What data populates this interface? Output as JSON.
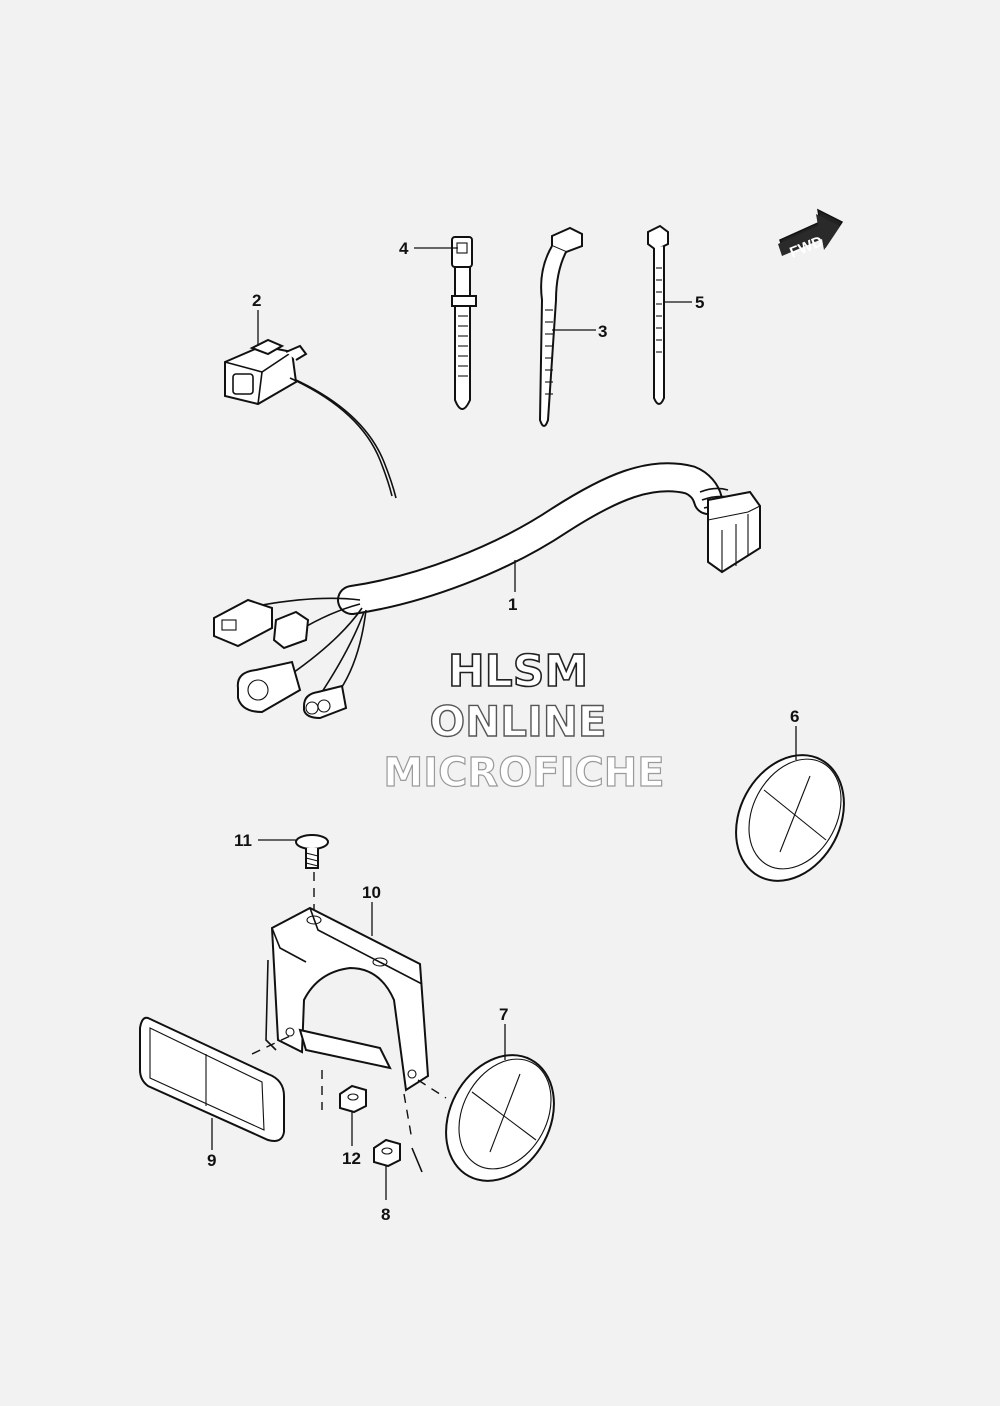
{
  "callouts": {
    "c1": "1",
    "c2": "2",
    "c3": "3",
    "c4": "4",
    "c5": "5",
    "c6": "6",
    "c7": "7",
    "c8": "8",
    "c9": "9",
    "c10": "10",
    "c11": "11",
    "c12": "12"
  },
  "fwd_arrow": {
    "label": "FWD"
  },
  "watermark": {
    "line1": "HLSM",
    "line2": "ONLINE",
    "line3": "MICROFICHE"
  },
  "colors": {
    "background": "#f2f2f2",
    "ink": "#111111",
    "watermark": "#9a9a9a"
  }
}
